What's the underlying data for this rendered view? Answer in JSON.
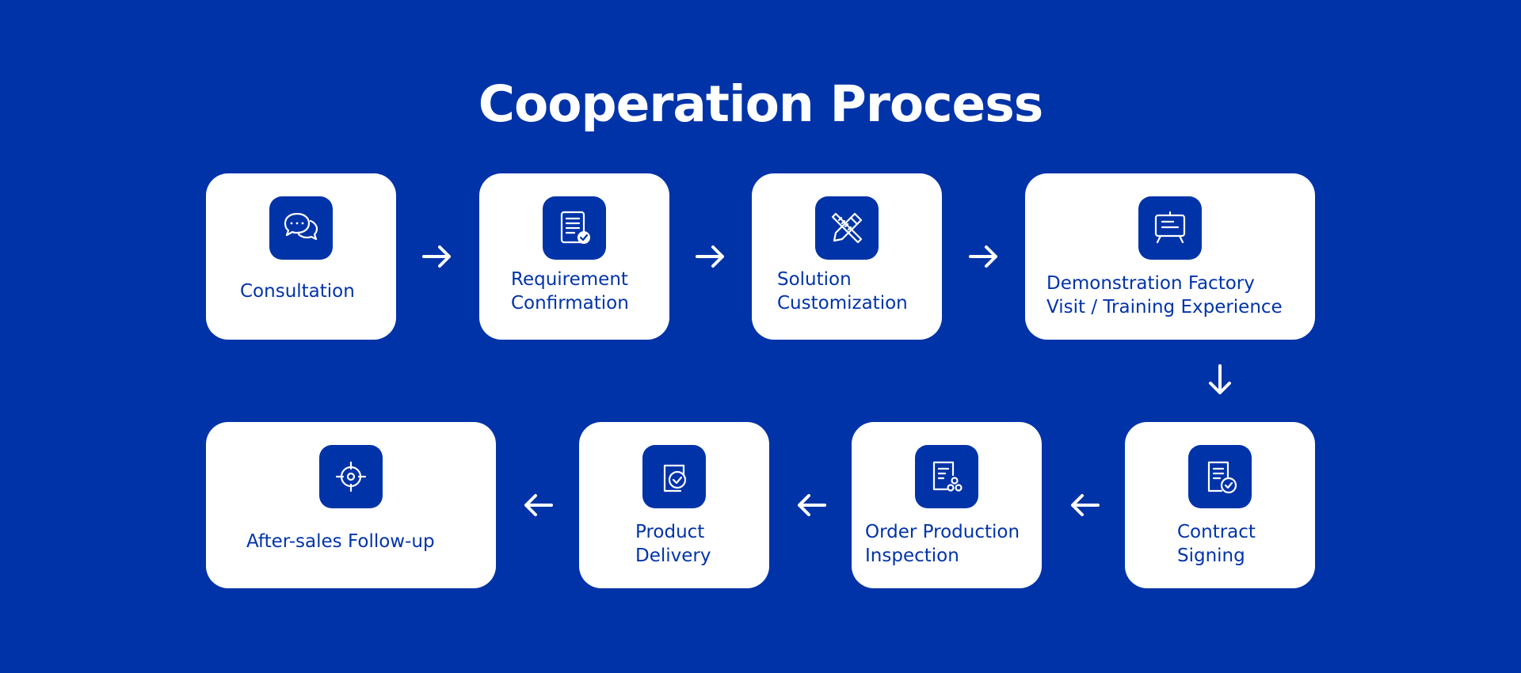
{
  "title": "Cooperation Process",
  "steps": [
    {
      "label": "Consultation",
      "icon": "chat-bubbles-icon"
    },
    {
      "label": "Requirement\nConfirmation",
      "icon": "checklist-icon"
    },
    {
      "label": "Solution\nCustomization",
      "icon": "pencil-ruler-icon"
    },
    {
      "label": "Demonstration Factory\nVisit / Training Experience",
      "icon": "presentation-board-icon"
    },
    {
      "label": "Contract\nSigning",
      "icon": "contract-check-icon"
    },
    {
      "label": "Order Production\nInspection",
      "icon": "order-inspection-icon"
    },
    {
      "label": "Product\nDelivery",
      "icon": "delivery-check-icon"
    },
    {
      "label": "After-sales Follow-up",
      "icon": "target-icon"
    }
  ],
  "colors": {
    "background": "#0033a8",
    "card": "#ffffff",
    "accent": "#0033a8"
  }
}
